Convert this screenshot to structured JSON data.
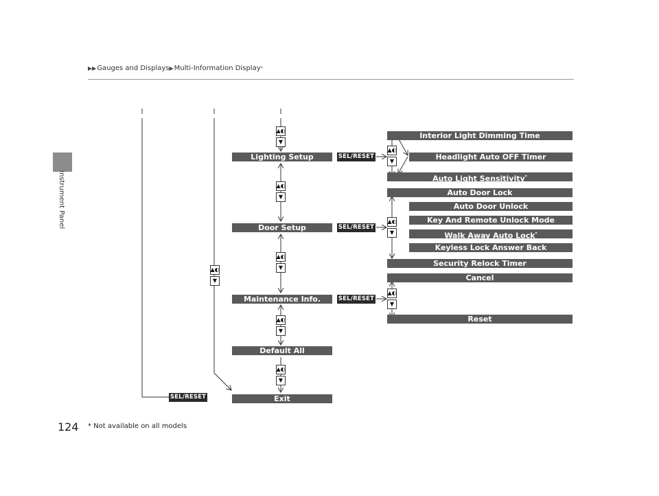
{
  "header": {
    "crumb1": "Gauges and Displays",
    "crumb2": "Multi-Information Display",
    "crumb2_mark": "*"
  },
  "side_label": "Instrument Panel",
  "page_number": "124",
  "footnote": "* Not available on all models",
  "sel_reset_label": "SEL/RESET",
  "menu": {
    "lighting_setup": "Lighting Setup",
    "door_setup": "Door Setup",
    "maintenance_info": "Maintenance Info.",
    "default_all": "Default All",
    "exit": "Exit"
  },
  "lighting_options": {
    "interior_light_dimming_time": "Interior Light Dimming Time",
    "headlight_auto_off_timer": "Headlight Auto OFF Timer",
    "auto_light_sensitivity": "Auto Light Sensitivity",
    "auto_light_sensitivity_mark": "*"
  },
  "door_options": {
    "auto_door_lock": "Auto Door Lock",
    "auto_door_unlock": "Auto Door Unlock",
    "key_and_remote_unlock_mode": "Key And Remote Unlock Mode",
    "walk_away_auto_lock": "Walk Away Auto Lock",
    "walk_away_auto_lock_mark": "*",
    "keyless_lock_answer_back": "Keyless Lock Answer Back",
    "security_relock_timer": "Security Relock Timer"
  },
  "maintenance_options": {
    "cancel": "Cancel",
    "reset": "Reset"
  },
  "colors": {
    "bar_fill": "#5a5a5a",
    "sel_fill": "#2a2a2a",
    "side_tab": "#8c8c8c"
  },
  "icons": {
    "up": "up-volume-icon",
    "down": "down-triangle-icon"
  }
}
